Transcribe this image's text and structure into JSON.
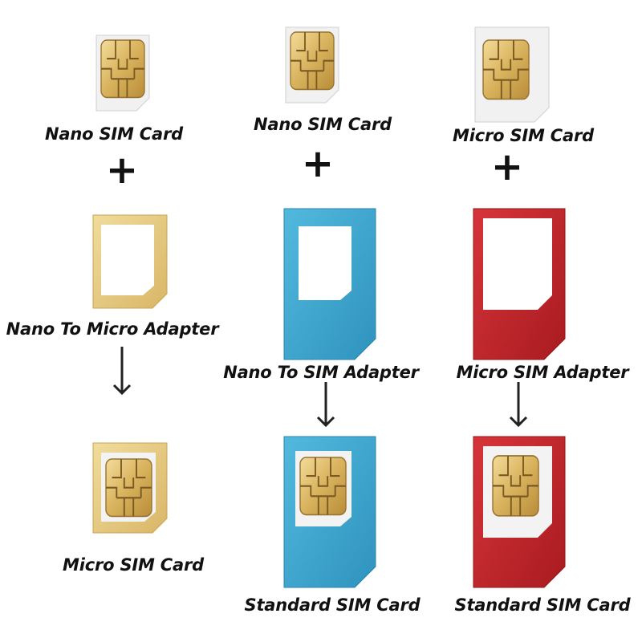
{
  "columns": [
    {
      "top_card": "Nano SIM Card",
      "plus": "+",
      "adapter": "Nano To Micro Adapter",
      "arrow": "↓",
      "result": "Micro SIM Card",
      "adapter_color": "#e8cf8a"
    },
    {
      "top_card": "Nano SIM Card",
      "plus": "+",
      "adapter": "Nano To SIM Adapter",
      "arrow": "↓",
      "result": "Standard SIM Card",
      "adapter_color": "#41a9d0"
    },
    {
      "top_card": "Micro SIM Card",
      "plus": "+",
      "adapter": "Micro SIM Adapter",
      "arrow": "↓",
      "result": "Standard SIM Card",
      "adapter_color": "#c8262b"
    }
  ]
}
